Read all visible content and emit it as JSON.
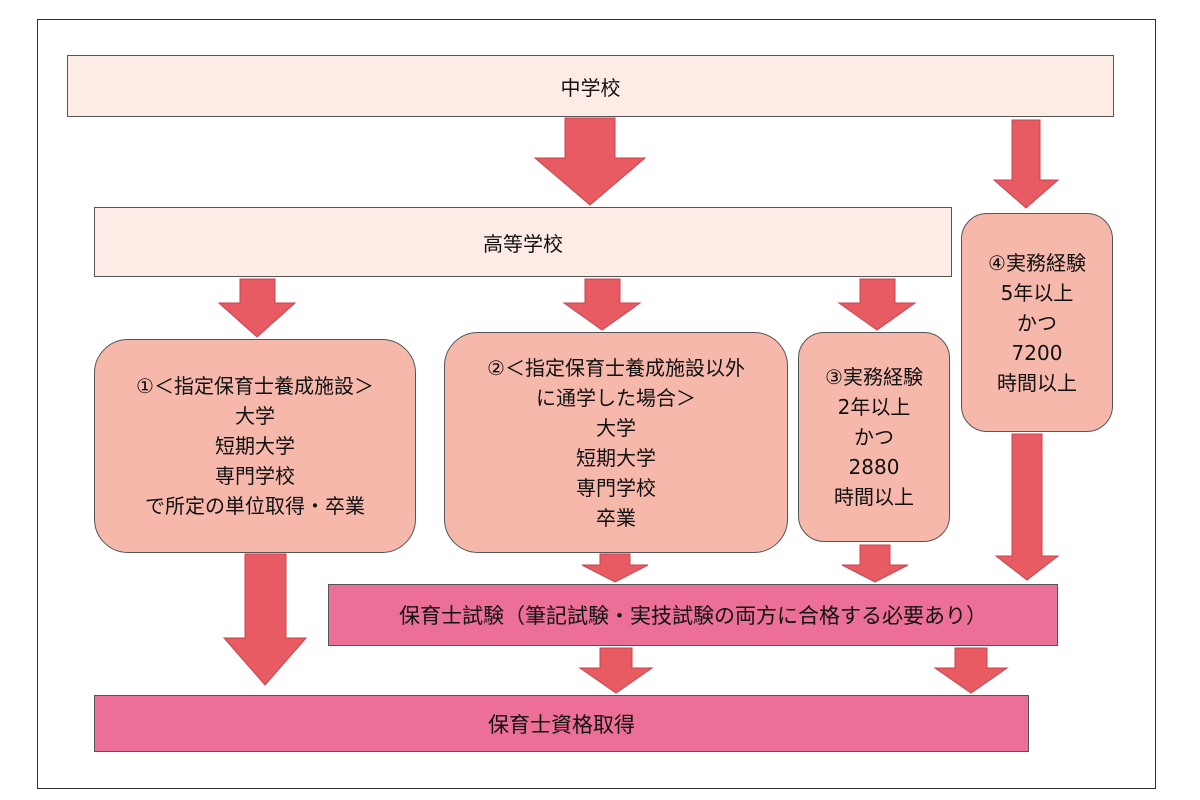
{
  "diagram": {
    "middle_school": "中学校",
    "high_school": "高等学校",
    "route1": {
      "lines": [
        "①＜指定保育士養成施設＞",
        "大学",
        "短期大学",
        "専門学校",
        "で所定の単位取得・卒業"
      ]
    },
    "route2": {
      "lines": [
        "②＜指定保育士養成施設以外",
        "に通学した場合＞",
        "大学",
        "短期大学",
        "専門学校",
        "卒業"
      ]
    },
    "route3": {
      "lines": [
        "③実務経験",
        "2年以上",
        "かつ",
        "2880",
        "時間以上"
      ]
    },
    "route4": {
      "lines": [
        "④実務経験",
        "5年以上",
        "かつ",
        "7200",
        "時間以上"
      ]
    },
    "exam": "保育士試験（筆記試験・実技試験の両方に合格する必要あり）",
    "certification": "保育士資格取得"
  },
  "colors": {
    "light_box": "#fdece6",
    "rounded_box": "#f7b8ac",
    "pink_box": "#ec6f98",
    "arrow": "#e95b63"
  }
}
